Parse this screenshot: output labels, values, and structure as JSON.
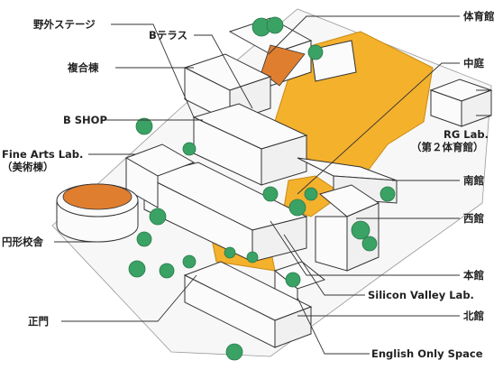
{
  "labels": {
    "yagai_stage": "野外ステージ",
    "b_terrace": "Bテラス",
    "taiikukan": "体育館",
    "chutei": "中庭",
    "fukugo": "複合棟",
    "b_shop": "B SHOP",
    "rg_lab": "RG Lab.",
    "rg_lab_sub": "（第２体育館）",
    "fine_arts": "Fine Arts Lab.",
    "fine_arts_sub": "（美術棟）",
    "minamikan": "南館",
    "nishikan": "西館",
    "enkei": "円形校舎",
    "honkan": "本館",
    "silicon": "Silicon Valley Lab.",
    "seimon": "正門",
    "kitakan": "北館",
    "english": "English Only Space"
  },
  "colors": {
    "courtyard": "#f4b12c",
    "roof_accent": "#e07e30",
    "tree": "#3aa264",
    "building": "#fbfbfb",
    "outline": "#333333"
  }
}
